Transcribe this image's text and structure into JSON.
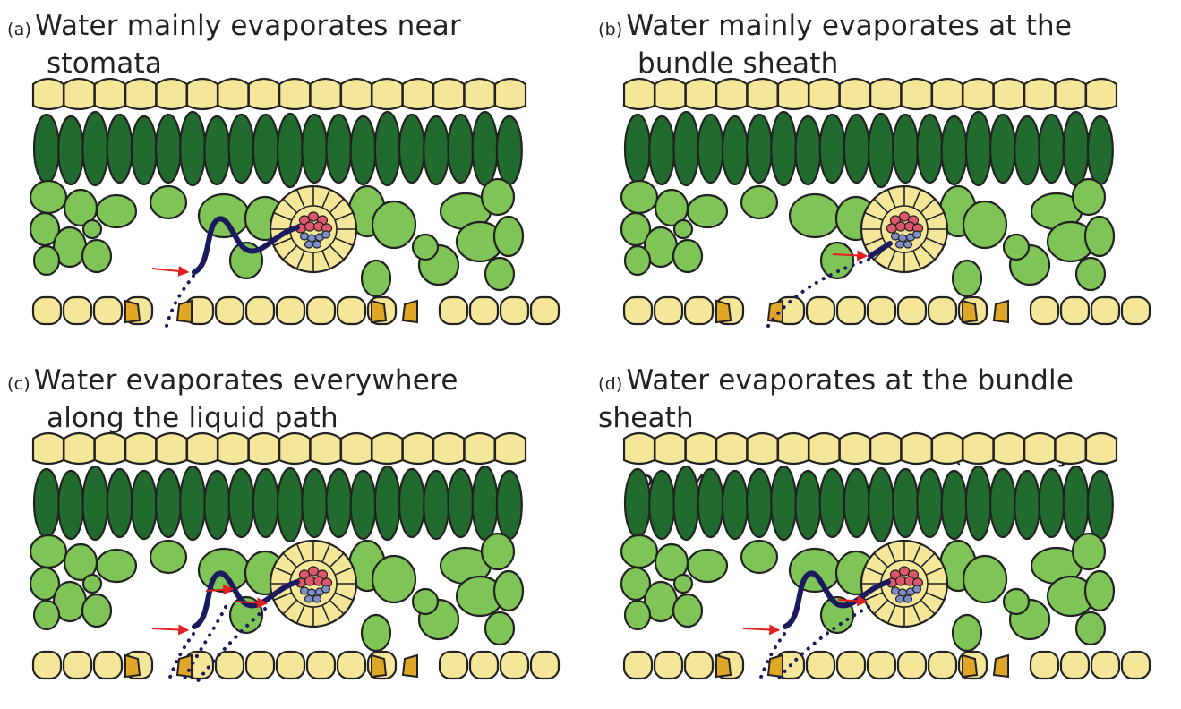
{
  "panels": [
    {
      "id": "a",
      "letter": "(a)",
      "title_line1": "Water mainly evaporates near",
      "title_line2": "stomata",
      "path": "a"
    },
    {
      "id": "b",
      "letter": "(b)",
      "title_line1": "Water mainly evaporates at the",
      "title_line2": "bundle sheath",
      "path": "b"
    },
    {
      "id": "c",
      "letter": "(c)",
      "title_line1": "Water evaporates everywhere",
      "title_line2": "along the liquid path",
      "path": "c"
    },
    {
      "id": "d",
      "letter": "(d)",
      "title_line1": "Water evaporates at the bundle sheath",
      "title_line2": "and near the stomata (Buckley, 2014)",
      "path": "d"
    }
  ],
  "colors": {
    "epidermis": "#f5e79a",
    "palisade": "#226b2e",
    "spongy": "#7fc456",
    "guard_cell": "#e0a626",
    "xylem": "#e0566a",
    "phloem": "#7d8fc8",
    "water_path": "#1c1a5e",
    "arrow": "#e02020",
    "outline": "#222222"
  }
}
